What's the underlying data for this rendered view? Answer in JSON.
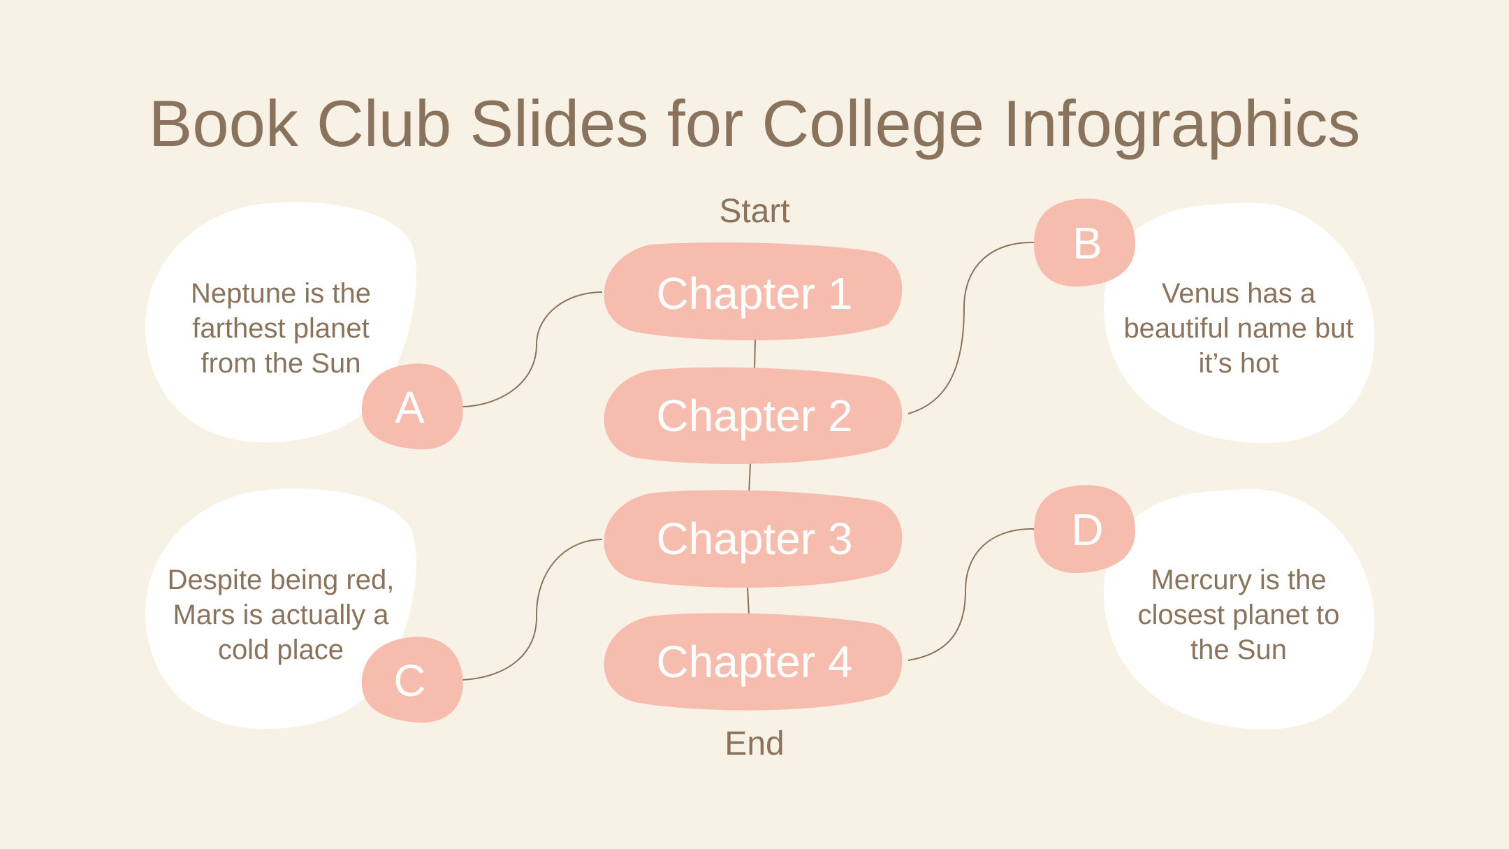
{
  "title": "Book Club Slides for College Infographics",
  "start_label": "Start",
  "end_label": "End",
  "chapters": [
    {
      "label": "Chapter 1"
    },
    {
      "label": "Chapter 2"
    },
    {
      "label": "Chapter 3"
    },
    {
      "label": "Chapter 4"
    }
  ],
  "notes": [
    {
      "letter": "A",
      "text": "Neptune is the farthest planet from the Sun"
    },
    {
      "letter": "B",
      "text": "Venus has a beautiful name but it’s hot"
    },
    {
      "letter": "C",
      "text": "Despite being red, Mars is actually a cold place"
    },
    {
      "letter": "D",
      "text": "Mercury is the closest planet to the Sun"
    }
  ],
  "colors": {
    "background": "#f8f1e5",
    "accent": "#f6bcae",
    "text": "#8a735c",
    "bubble": "#ffffff"
  }
}
